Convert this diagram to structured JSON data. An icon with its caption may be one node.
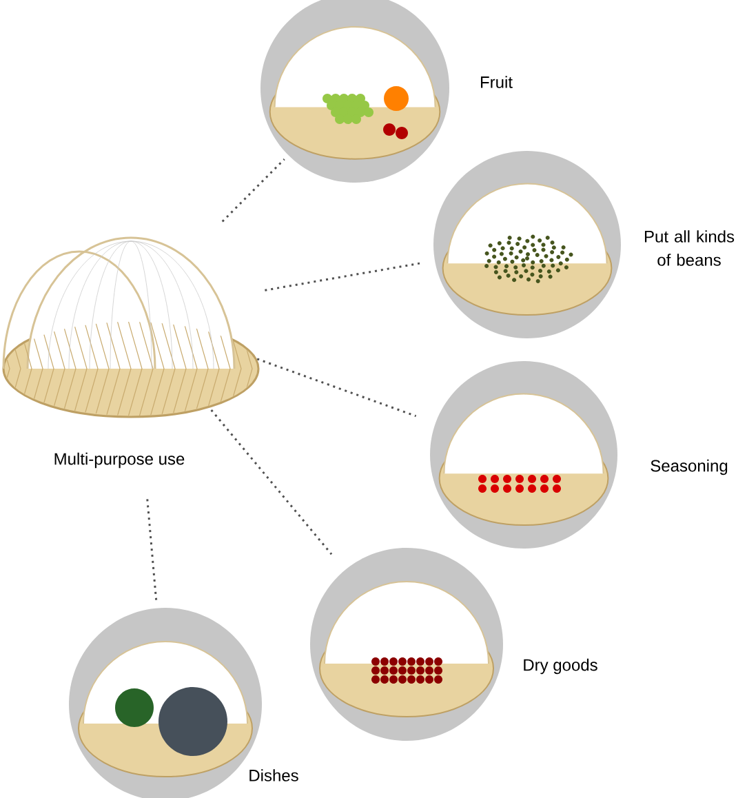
{
  "diagram": {
    "nodes": [
      {
        "text": [],
        "shape": "picture",
        "beside": [
          "Multi-purpose use"
        ]
      },
      {
        "text": [],
        "shape": "picture",
        "beside": [
          "Fruit"
        ]
      },
      {
        "text": [],
        "shape": "picture",
        "beside": [
          "Put all kinds of beans"
        ]
      },
      {
        "text": [],
        "shape": "picture",
        "beside": [
          "Seasoning"
        ]
      },
      {
        "text": [],
        "shape": "picture",
        "beside": [
          "Dry goods"
        ]
      },
      {
        "text": [],
        "shape": "picture",
        "beside": [
          "Dishes"
        ]
      }
    ],
    "edges": [
      {
        "from": 0,
        "to": 1,
        "arrow": "none",
        "style": "dashed"
      },
      {
        "from": 0,
        "to": 2,
        "arrow": "none",
        "style": "dashed"
      },
      {
        "from": 0,
        "to": 3,
        "arrow": "none",
        "style": "dashed"
      },
      {
        "from": 0,
        "to": 4,
        "arrow": "none",
        "style": "dashed"
      },
      {
        "from": 0,
        "to": 5,
        "arrow": "none",
        "style": "dashed"
      }
    ]
  }
}
